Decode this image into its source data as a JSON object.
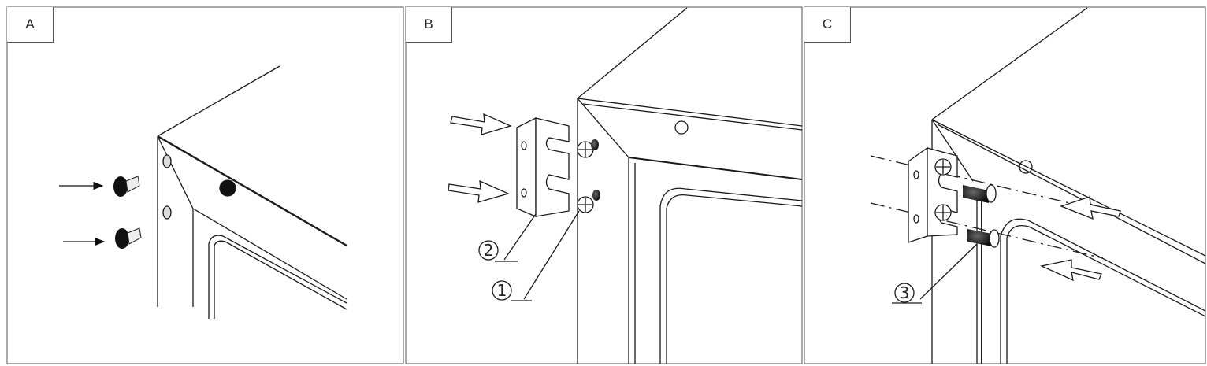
{
  "panels": [
    {
      "label": "A"
    },
    {
      "label": "B"
    },
    {
      "label": "C"
    }
  ],
  "callouts": {
    "one": "1",
    "two": "2",
    "three": "3"
  },
  "colors": {
    "line": "#1a1a1a",
    "arrow_fill": "#ffffff",
    "frame": "#555555"
  }
}
